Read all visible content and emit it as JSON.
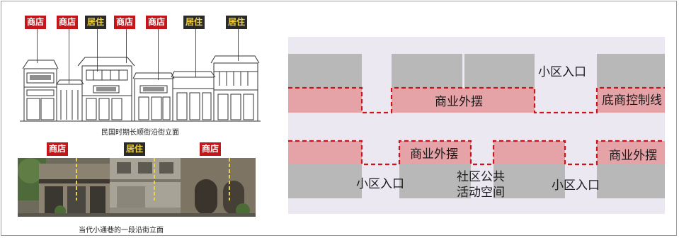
{
  "top_tags": [
    {
      "text": "商店",
      "kind": "shop"
    },
    {
      "text": "商店",
      "kind": "shop"
    },
    {
      "text": "居住",
      "kind": "home"
    },
    {
      "text": "商店",
      "kind": "shop"
    },
    {
      "text": "商店",
      "kind": "shop"
    },
    {
      "text": "居住",
      "kind": "home"
    },
    {
      "text": "居住",
      "kind": "home"
    }
  ],
  "sketch_caption": "民国时期长顺街沿街立面",
  "photo_tags": [
    {
      "text": "商店",
      "kind": "shop"
    },
    {
      "text": "居住",
      "kind": "home"
    },
    {
      "text": "商店",
      "kind": "shop"
    }
  ],
  "photo_caption": "当代小通巷的一段沿街立面",
  "diagram": {
    "commercial_display": "商业外摆",
    "community_entrance": "小区入口",
    "frontage_control_line": "底商控制线",
    "public_space_line1": "社区公共",
    "public_space_line2": "活动空间"
  },
  "colors": {
    "shop_tag": "#c2161b",
    "home_tag_bg": "#2a2a2a",
    "home_tag_text": "#f2d23a",
    "building": "#b8b8b8",
    "display_zone": "#e6a3a7",
    "control_line": "#c8161d",
    "diagram_bg": "#ebe8f1"
  }
}
